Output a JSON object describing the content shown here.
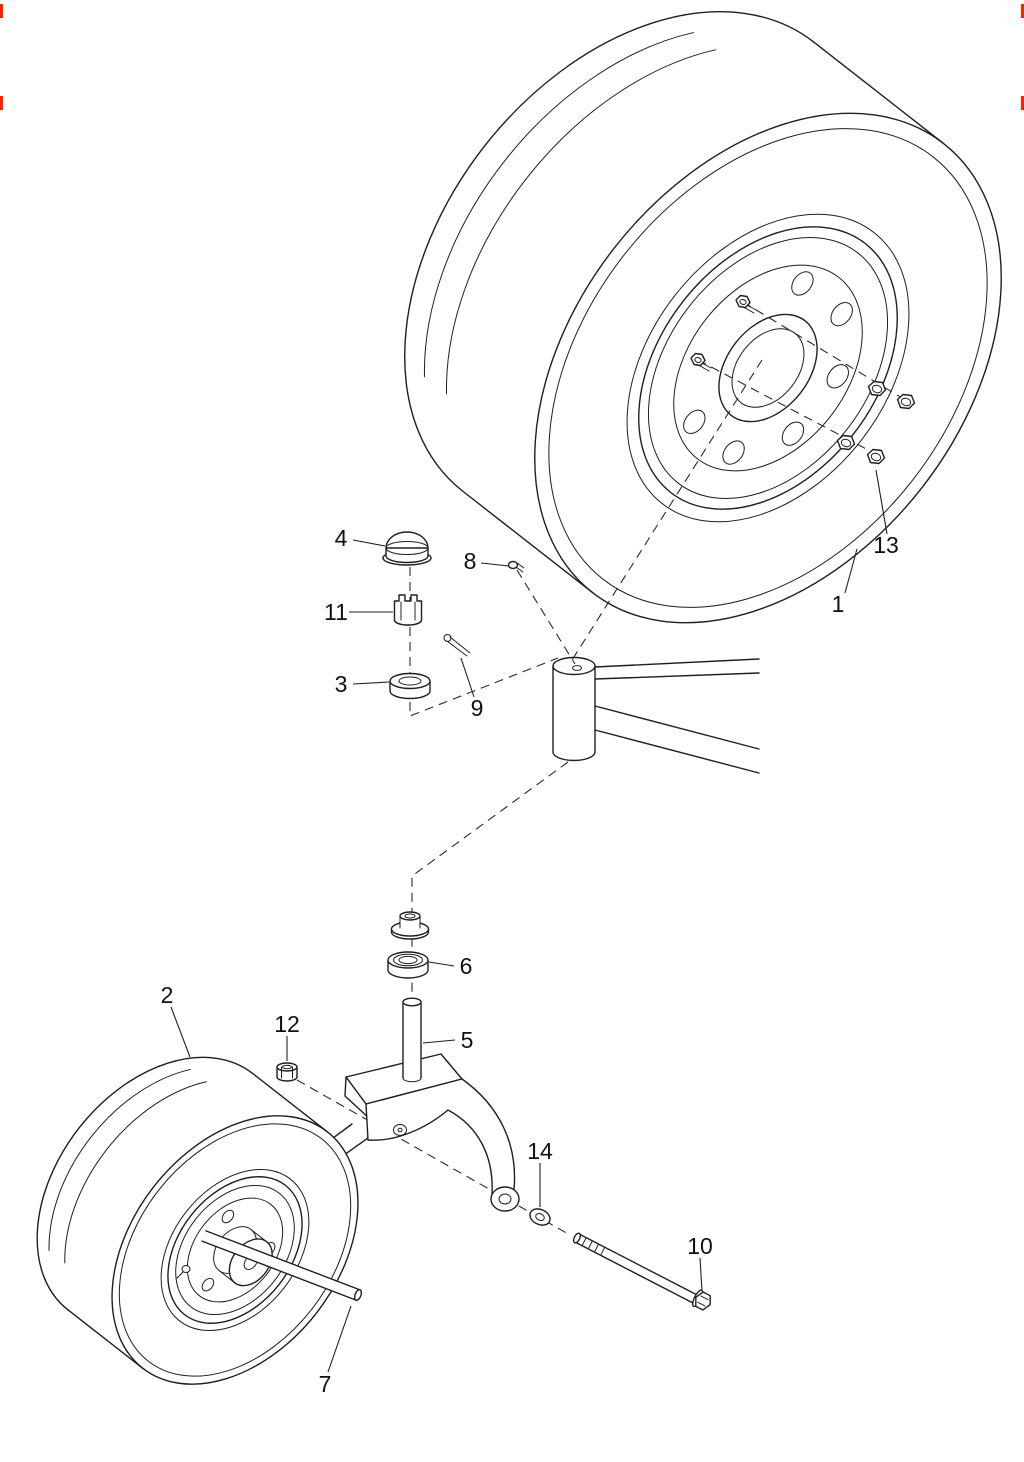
{
  "page": {
    "background_color": "#ffffff"
  },
  "style": {
    "line_color": "#1f1f1f",
    "dash_color": "#2b2b2b",
    "label_color": "#101010",
    "registration_mark_color": "#ff2400"
  },
  "diagram": {
    "type": "exploded-parts-diagram",
    "labels": [
      {
        "text": "1"
      },
      {
        "text": "2"
      },
      {
        "text": "3"
      },
      {
        "text": "4"
      },
      {
        "text": "5"
      },
      {
        "text": "6"
      },
      {
        "text": "7"
      },
      {
        "text": "8"
      },
      {
        "text": "9"
      },
      {
        "text": "10"
      },
      {
        "text": "11"
      },
      {
        "text": "12"
      },
      {
        "text": "13"
      },
      {
        "text": "14"
      }
    ]
  }
}
